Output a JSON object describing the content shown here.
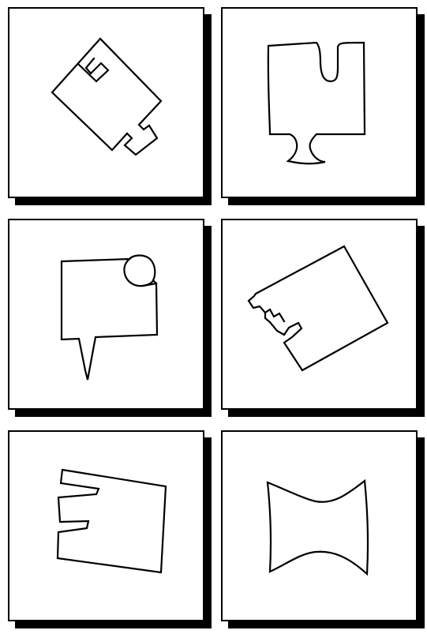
{
  "figure": {
    "background_color": "#ffffff",
    "line_color": "#000000",
    "panels": [
      {
        "shape": "rotated square with two hooked notches"
      },
      {
        "shape": "square with top rounded slot and pedestal base"
      },
      {
        "shape": "square with circular cutout and downward spike"
      },
      {
        "shape": "rotated square with stepped edge and single slot"
      },
      {
        "shape": "square with two rectangular slots on left side"
      },
      {
        "shape": "square with concave curved top and bottom edges"
      }
    ]
  }
}
